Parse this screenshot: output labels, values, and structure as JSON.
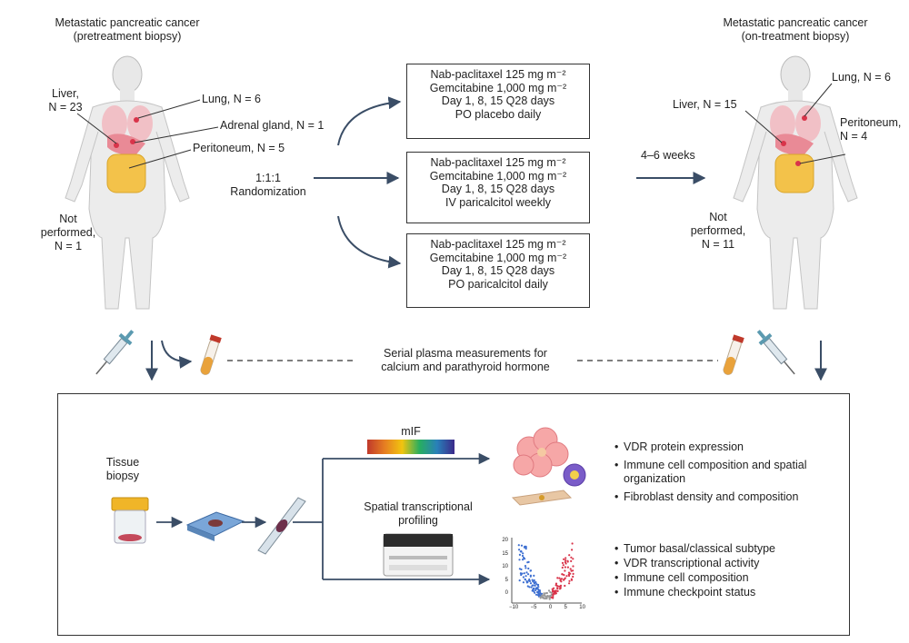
{
  "left_body": {
    "title_line1": "Metastatic pancreatic cancer",
    "title_line2": "(pretreatment biopsy)",
    "liver_a": "Liver,",
    "liver_b": "N = 23",
    "lung": "Lung, N = 6",
    "adrenal": "Adrenal gland, N = 1",
    "peritoneum": "Peritoneum, N = 5",
    "np_a": "Not",
    "np_b": "performed,",
    "np_c": "N = 1"
  },
  "right_body": {
    "title_line1": "Metastatic pancreatic cancer",
    "title_line2": "(on-treatment biopsy)",
    "lung": "Lung, N = 6",
    "liver": "Liver, N = 15",
    "peri_a": "Peritoneum,",
    "peri_b": "N = 4",
    "np_a": "Not",
    "np_b": "performed,",
    "np_c": "N = 11"
  },
  "randomization": {
    "ratio": "1:1:1",
    "label": "Randomization"
  },
  "interval": "4–6 weeks",
  "arms": [
    {
      "l1": "Nab-paclitaxel 125 mg m⁻²",
      "l2": "Gemcitabine 1,000 mg m⁻²",
      "l3": "Day 1, 8, 15 Q28 days",
      "l4": "PO placebo daily"
    },
    {
      "l1": "Nab-paclitaxel 125 mg m⁻²",
      "l2": "Gemcitabine 1,000 mg m⁻²",
      "l3": "Day 1, 8, 15 Q28 days",
      "l4": "IV paricalcitol weekly"
    },
    {
      "l1": "Nab-paclitaxel 125 mg m⁻²",
      "l2": "Gemcitabine 1,000 mg m⁻²",
      "l3": "Day 1, 8, 15 Q28 days",
      "l4": "PO paricalcitol daily"
    }
  ],
  "plasma": {
    "l1": "Serial plasma measurements for",
    "l2": "calcium and parathyroid hormone"
  },
  "panel": {
    "tissue_a": "Tissue",
    "tissue_b": "biopsy",
    "mif": "mIF",
    "stp_a": "Spatial transcriptional",
    "stp_b": "profiling",
    "mif_results": [
      "VDR protein expression",
      "Immune cell composition and spatial organization",
      "Fibroblast density and composition"
    ],
    "stp_results": [
      "Tumor basal/classical subtype",
      "VDR transcriptional activity",
      "Immune cell composition",
      "Immune checkpoint status"
    ],
    "volcano_y_ticks": [
      "20",
      "15",
      "10",
      "5",
      "0"
    ],
    "volcano_x_ticks": [
      "−10",
      "−5",
      "0",
      "5",
      "10"
    ]
  },
  "colors": {
    "accent_red": "#d9344a",
    "accent_blue": "#3d6fd1",
    "organ_pink": "#f3b5bd",
    "intestine": "#f3c24a"
  },
  "icons": [
    "syringe-icon",
    "blood-tube-icon",
    "specimen-jar-icon",
    "cassette-icon",
    "slide-icon",
    "sequencer-icon",
    "cell-cluster-icon",
    "volcano-plot-icon"
  ]
}
